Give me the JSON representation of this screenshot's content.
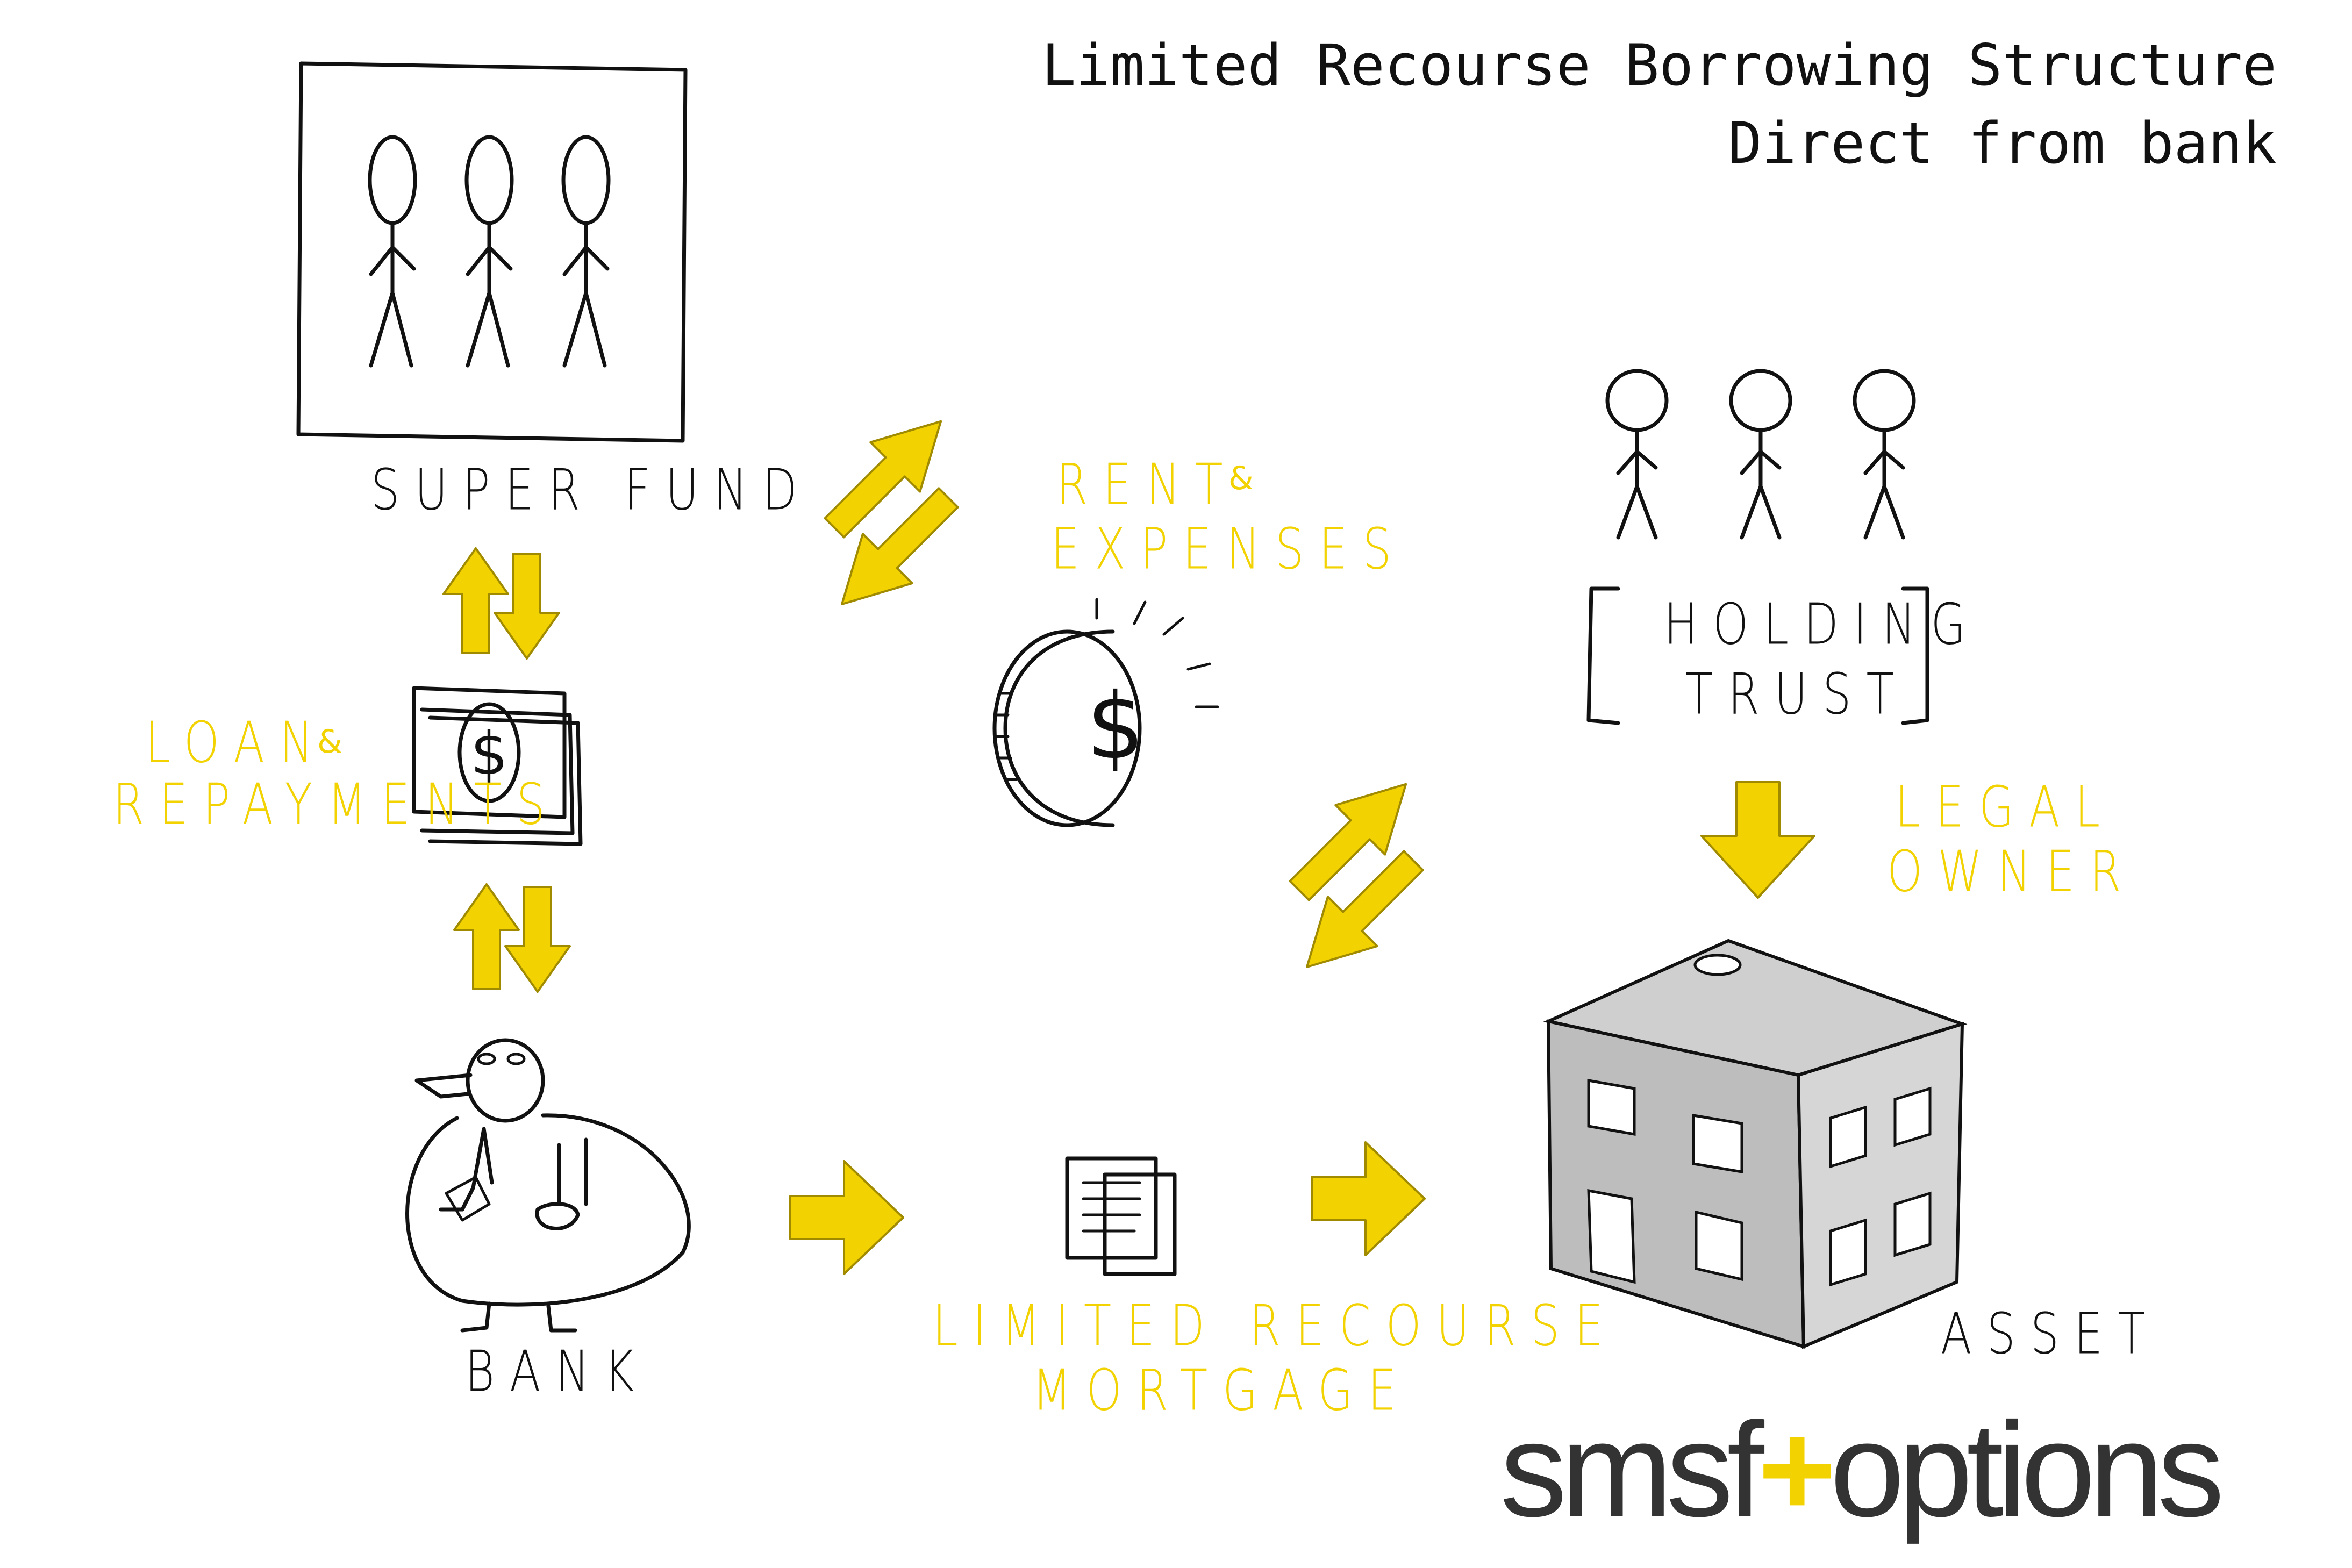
{
  "title": {
    "line1": "Limited Recourse Borrowing Structure",
    "line2": "Direct from bank"
  },
  "nodes": {
    "super_fund": "SUPER  FUND",
    "loan_repayments_1": "LOAN  ",
    "loan_repayments_2": "REPAYMENTS",
    "bank": "BANK",
    "rent_1": "RENT  ",
    "rent_2": "EXPENSES",
    "holding_1": "HOLDING",
    "holding_2": "TRUST",
    "legal_1": "LEGAL",
    "legal_2": "OWNER",
    "asset": "ASSET",
    "mortgage_1": "LIMITED  RECOURSE",
    "mortgage_2": "MORTGAGE"
  },
  "logo": {
    "left": "smsf",
    "plus": "+",
    "right": "options"
  },
  "colors": {
    "accent": "#f2d200",
    "ink": "#111111",
    "logo_text": "#333333"
  }
}
